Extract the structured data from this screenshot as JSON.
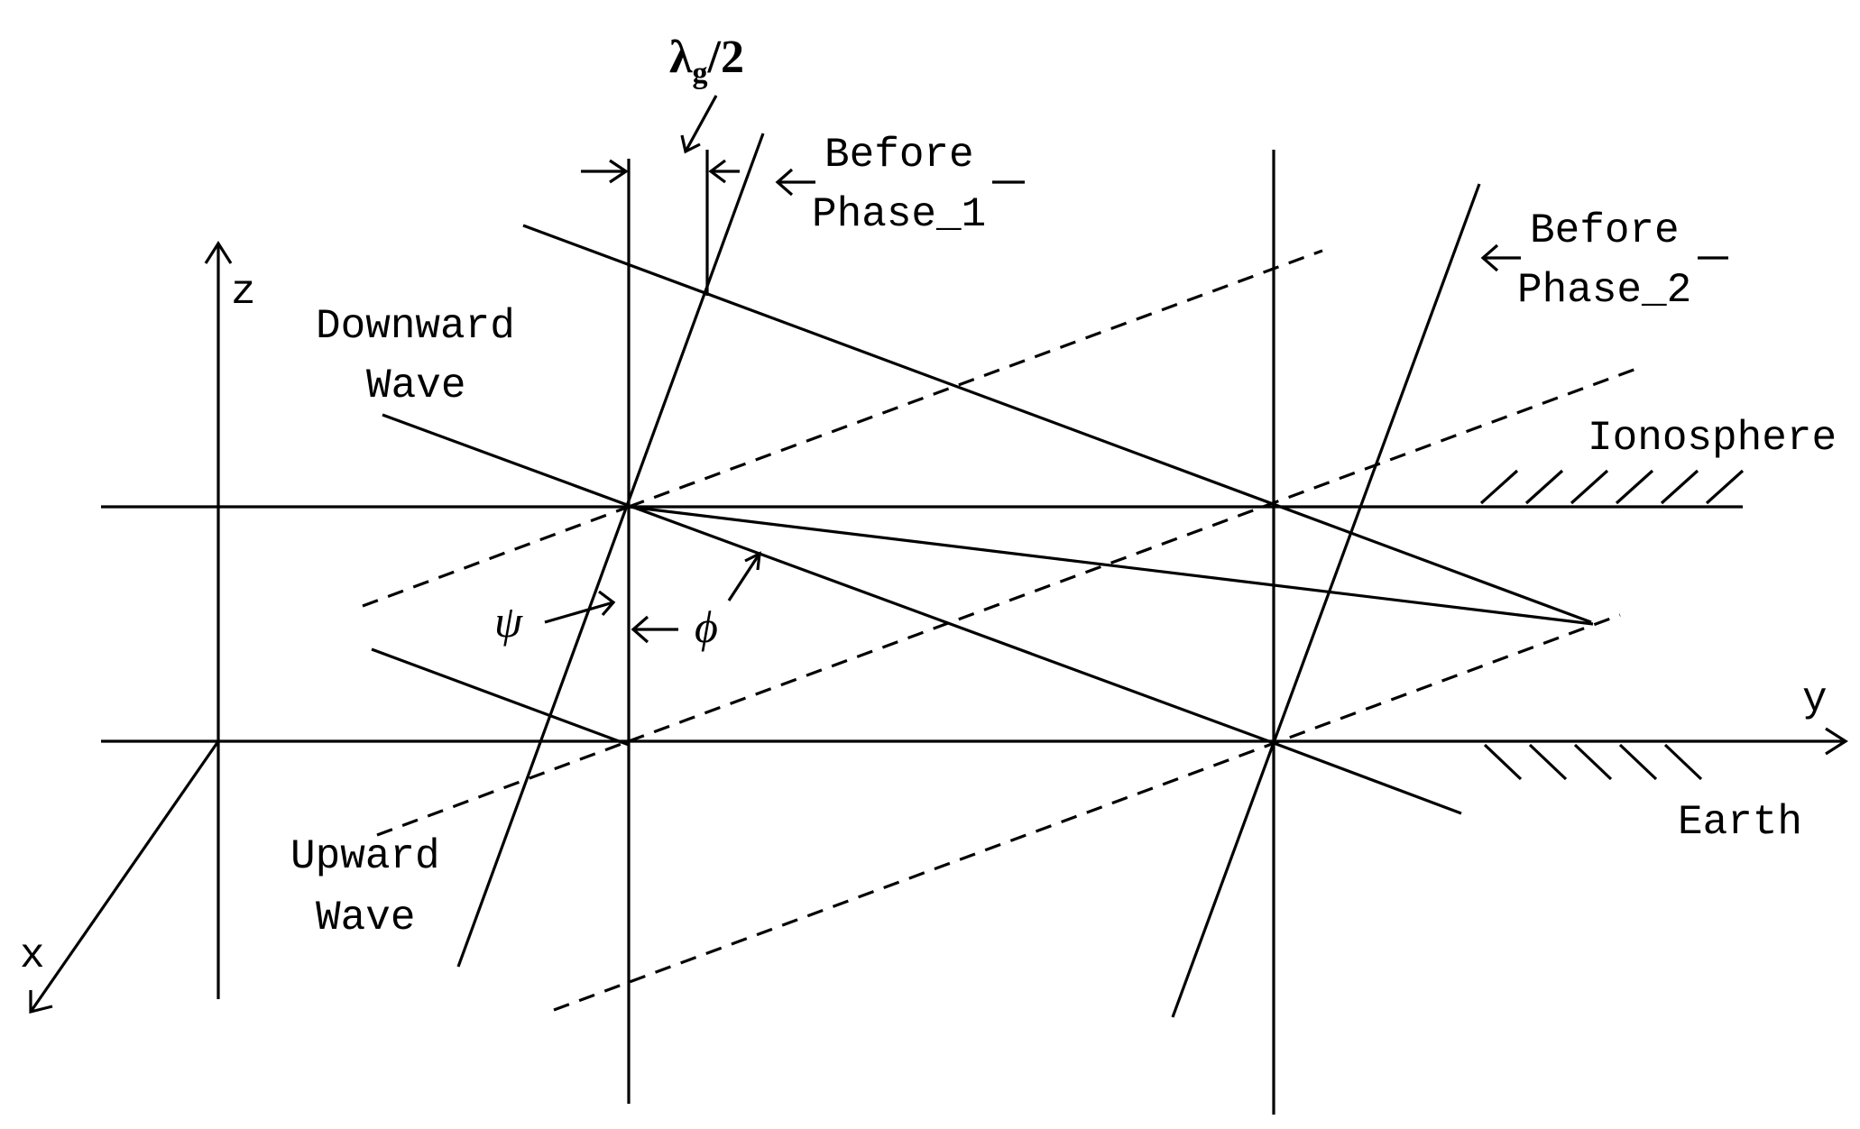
{
  "labels": {
    "lambda_text": "λ",
    "lambda_sub": "g",
    "lambda_rest": "/2",
    "before_phase_1_line1": "Before",
    "before_phase_1_line2": "Phase_1",
    "before_phase_2_line1": "Before",
    "before_phase_2_line2": "Phase_2",
    "downward_line1": "Downward",
    "downward_line2": "Wave",
    "upward_line1": "Upward",
    "upward_line2": "Wave",
    "ionosphere": "Ionosphere",
    "earth": "Earth",
    "axis_x": "x",
    "axis_y": "y",
    "axis_z": "z",
    "psi": "ψ",
    "phi": "ϕ"
  }
}
